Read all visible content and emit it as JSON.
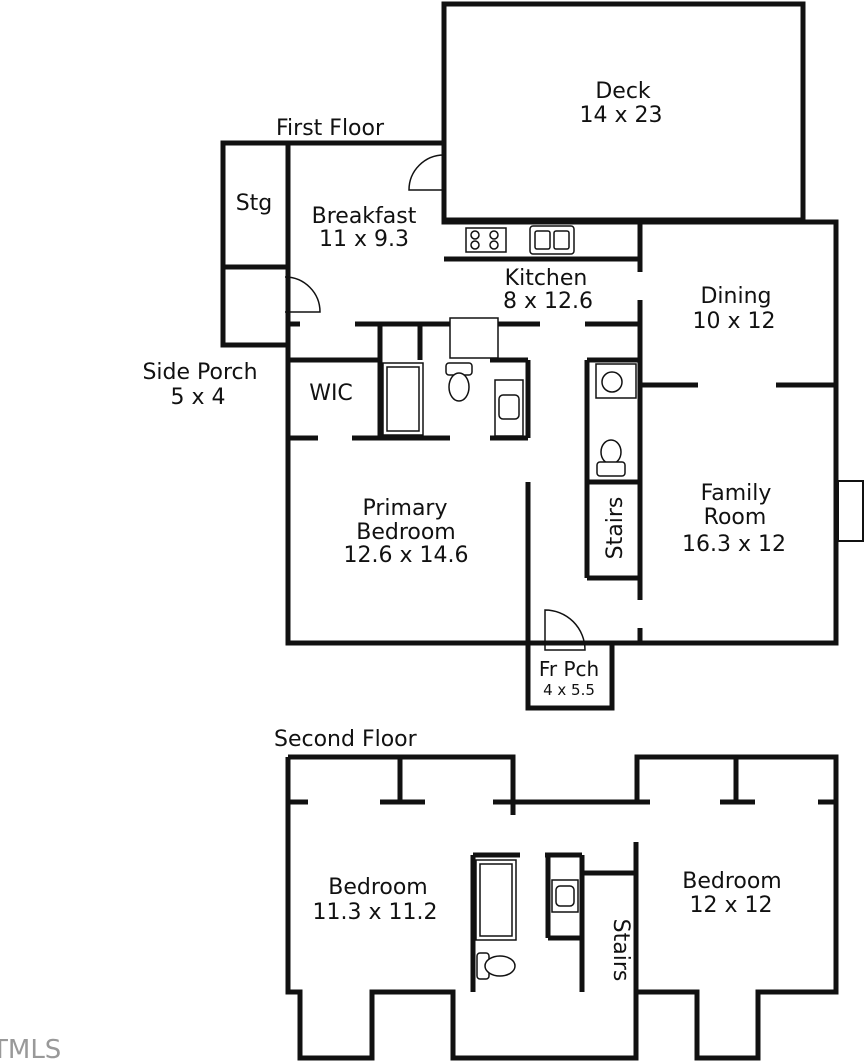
{
  "floors": {
    "first": {
      "title": "First Floor",
      "rooms": {
        "deck": {
          "name": "Deck",
          "size": "14 x 23"
        },
        "storage": {
          "name": "Stg"
        },
        "breakfast": {
          "name": "Breakfast",
          "size": "11 x 9.3"
        },
        "kitchen": {
          "name": "Kitchen",
          "size": "8 x 12.6"
        },
        "dining": {
          "name": "Dining",
          "size": "10 x 12"
        },
        "side_porch": {
          "name": "Side Porch",
          "size": "5 x 4"
        },
        "wic": {
          "name": "WIC"
        },
        "primary_bedroom": {
          "name1": "Primary",
          "name2": "Bedroom",
          "size": "12.6 x 14.6"
        },
        "stairs": {
          "name": "Stairs"
        },
        "family_room": {
          "name1": "Family",
          "name2": "Room",
          "size": "16.3 x 12"
        },
        "front_porch": {
          "name": "Fr Pch",
          "size": "4 x 5.5"
        }
      }
    },
    "second": {
      "title": "Second Floor",
      "rooms": {
        "bedroom_left": {
          "name": "Bedroom",
          "size": "11.3 x 11.2"
        },
        "bedroom_right": {
          "name": "Bedroom",
          "size": "12 x 12"
        },
        "stairs": {
          "name": "Stairs"
        }
      }
    }
  },
  "watermark": "TMLS"
}
